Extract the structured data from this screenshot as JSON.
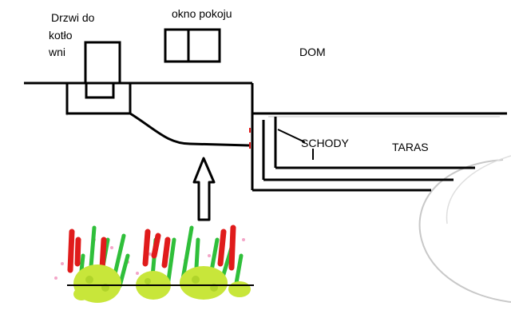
{
  "labels": {
    "door_line1": "Drzwi do",
    "door_line2": "kotło",
    "door_line3": "wni",
    "window": "okno pokoju",
    "house": "DOM",
    "stairs": "SCHODY",
    "terrace": "TARAS"
  },
  "colors": {
    "ink": "#000000",
    "flower_red": "#e01b1b",
    "stem_green": "#2fbf3a",
    "shrub_yellow_green": "#c8e63a",
    "pink_dots": "#f4a6c8",
    "arc_grey": "#c8c8c8"
  },
  "icons": {
    "arrow": "up-arrow",
    "plants": "flower-bed"
  }
}
